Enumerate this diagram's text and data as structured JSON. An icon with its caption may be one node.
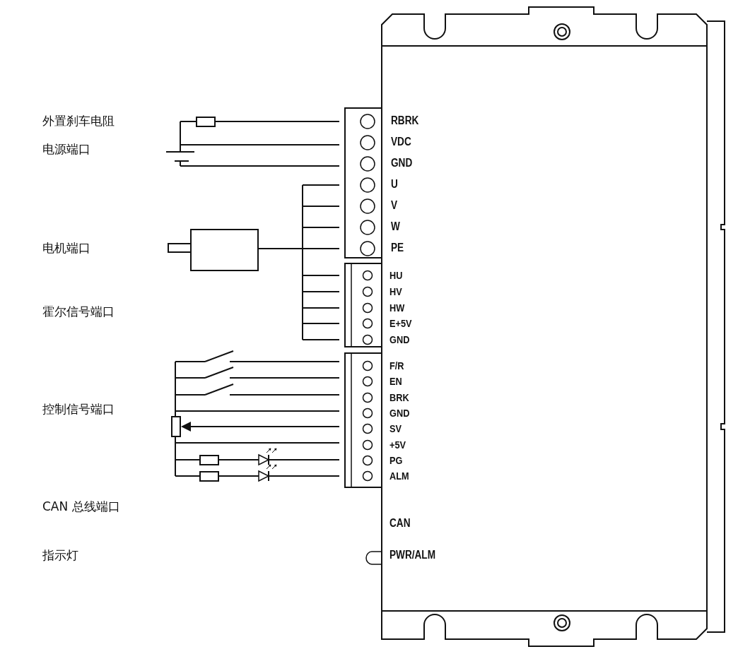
{
  "diagram": {
    "labels": [
      "外置刹车电阻",
      "RBRK",
      "电源端口",
      "VDC",
      "GND",
      "U",
      "V",
      "W",
      "电机端口",
      "PE",
      "HU",
      "HV",
      "霍尔信号端口",
      "HW",
      "E+5V",
      "GND",
      "F/R",
      "EN",
      "BRK",
      "控制信号端口",
      "GND",
      "SV",
      "+5V",
      "PG",
      "ALM",
      "CAN 总线端口",
      "CAN",
      "指示灯",
      "PWR/ALM"
    ]
  }
}
